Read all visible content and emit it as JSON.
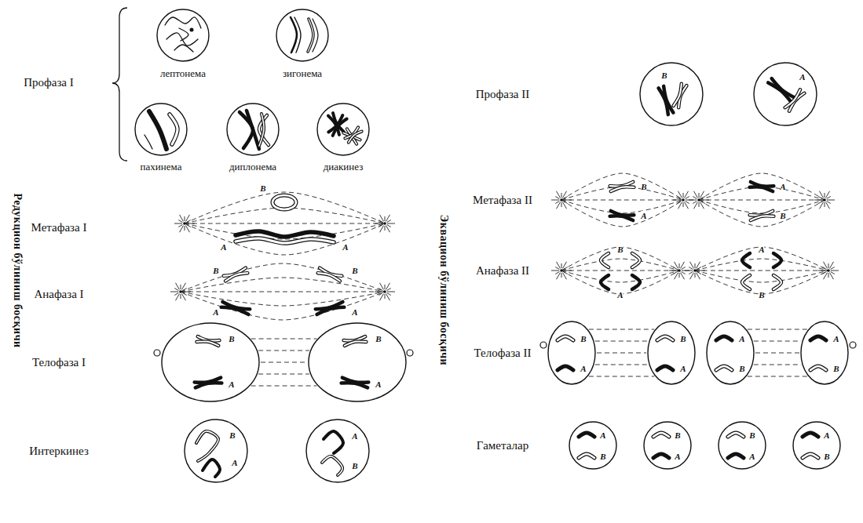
{
  "diagram": {
    "labels": [
      "Профаза I",
      "лептонема",
      "зигонема",
      "пахинема",
      "диплонема",
      "диакинез",
      "Метафаза I",
      "B",
      "A",
      "A",
      "Анафаза I",
      "B",
      "B",
      "A",
      "A",
      "Телофаза I",
      "B",
      "A",
      "B",
      "A",
      "Интеркинез",
      "B",
      "A",
      "A",
      "B",
      "Редукцион бўлиниш босқичи",
      "Профаза II",
      "B",
      "A",
      "Метафаза II",
      "B",
      "A",
      "A",
      "B",
      "Анафаза II",
      "B",
      "A",
      "A",
      "B",
      "Телофаза II",
      "B",
      "A",
      "B",
      "A",
      "A",
      "B",
      "A",
      "B",
      "Гаметалар",
      "A",
      "B",
      "B",
      "A",
      "B",
      "A",
      "A",
      "B",
      "Эквацион бўлиниш босқичи"
    ]
  }
}
